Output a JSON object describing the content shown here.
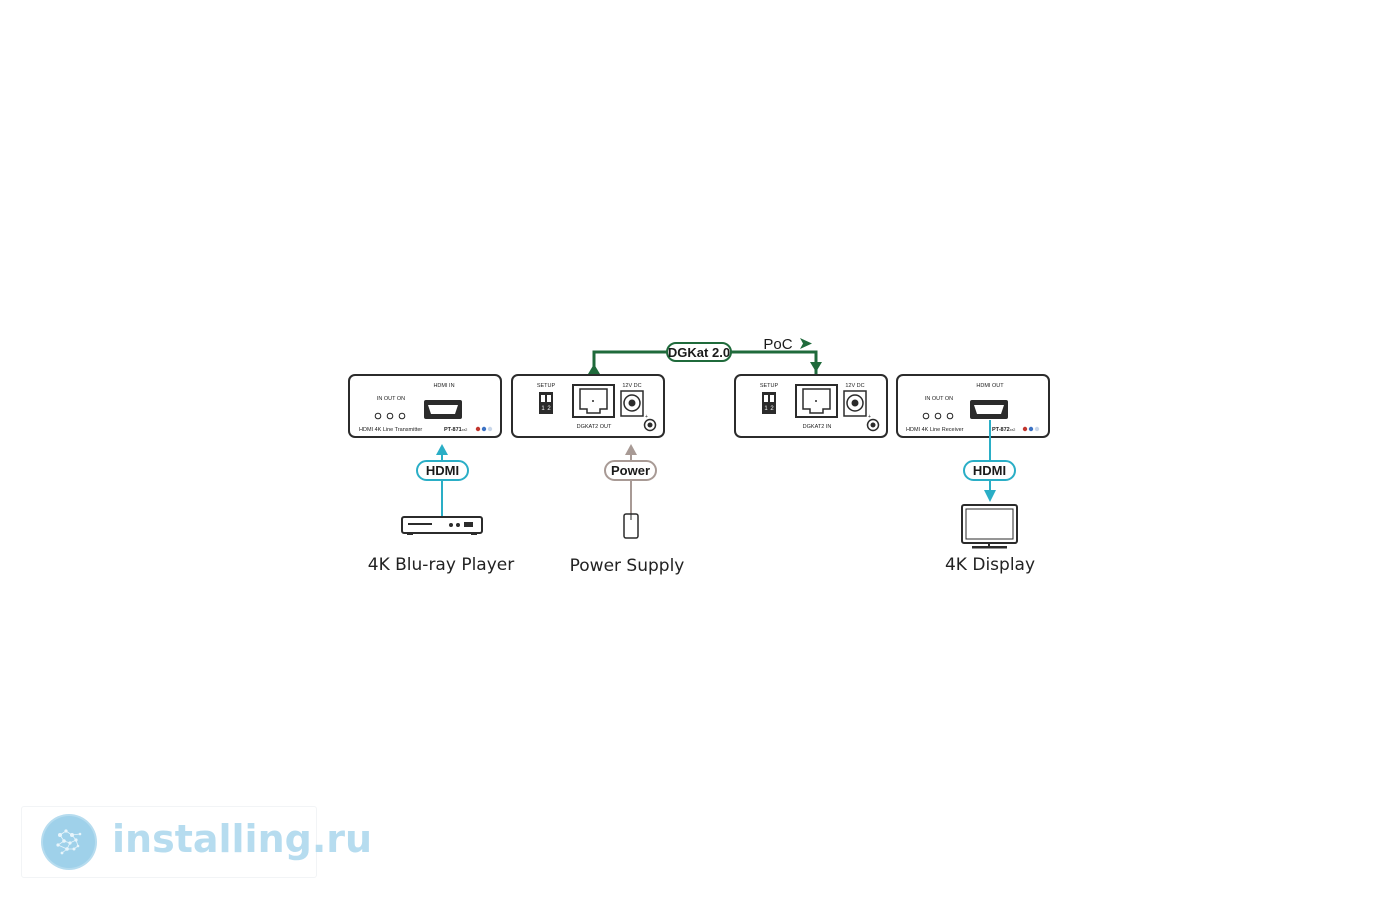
{
  "transmitter": {
    "hdmi_in_label": "HDMI IN",
    "led_label": "IN OUT ON",
    "name": "HDMI 4K Line Transmitter",
    "model": "PT-871",
    "model_suffix": "xr2"
  },
  "tx_back": {
    "setup_label": "SETUP",
    "port_label": "DGKAT2 OUT",
    "power_label": "12V DC"
  },
  "rx_back": {
    "setup_label": "SETUP",
    "port_label": "DGKAT2 IN",
    "power_label": "12V DC"
  },
  "receiver": {
    "hdmi_out_label": "HDMI OUT",
    "led_label": "IN OUT ON",
    "name": "HDMI 4K Line Receiver",
    "model": "PT-872",
    "model_suffix": "xr2"
  },
  "link": {
    "label": "DGKat 2.0",
    "poc_label": "PoC"
  },
  "connectors": {
    "hdmi_left": "HDMI",
    "power": "Power",
    "hdmi_right": "HDMI"
  },
  "devices": {
    "bluray": "4K Blu-ray Player",
    "power_supply": "Power Supply",
    "display": "4K Display"
  },
  "colors": {
    "green_link": "#1f6a3b",
    "hdmi_cyan": "#2aaec6",
    "power_gray": "#a89a95",
    "outline": "#2b2b2b"
  },
  "watermark": {
    "text": "installing.ru"
  }
}
